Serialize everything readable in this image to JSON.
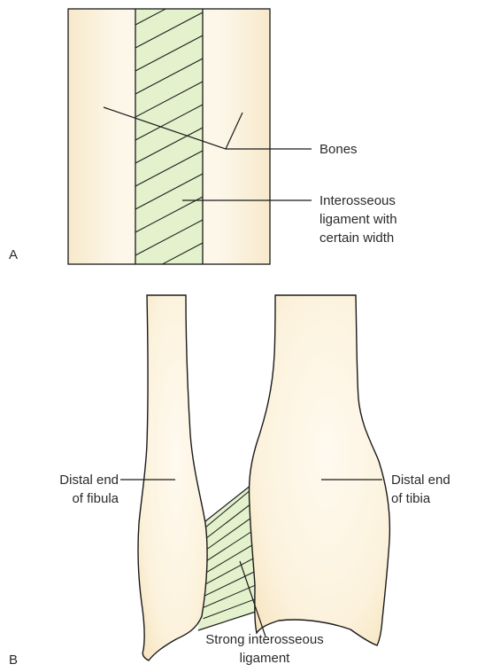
{
  "panel_a": {
    "letter": "A",
    "bones_label": "Bones",
    "ligament_label_lines": [
      "Interosseous",
      "ligament with",
      "certain width"
    ]
  },
  "panel_b": {
    "letter": "B",
    "fibula_label_lines": [
      "Distal end",
      "of fibula"
    ],
    "tibia_label_lines": [
      "Distal end",
      "of tibia"
    ],
    "ligament_label_lines": [
      "Strong interosseous",
      "ligament"
    ]
  },
  "colors": {
    "bone_fill": "#fcf3df",
    "bone_edge": "#f6e7c8",
    "ligament_fill": "#e3f1cc",
    "outline": "#1a1a1a"
  }
}
